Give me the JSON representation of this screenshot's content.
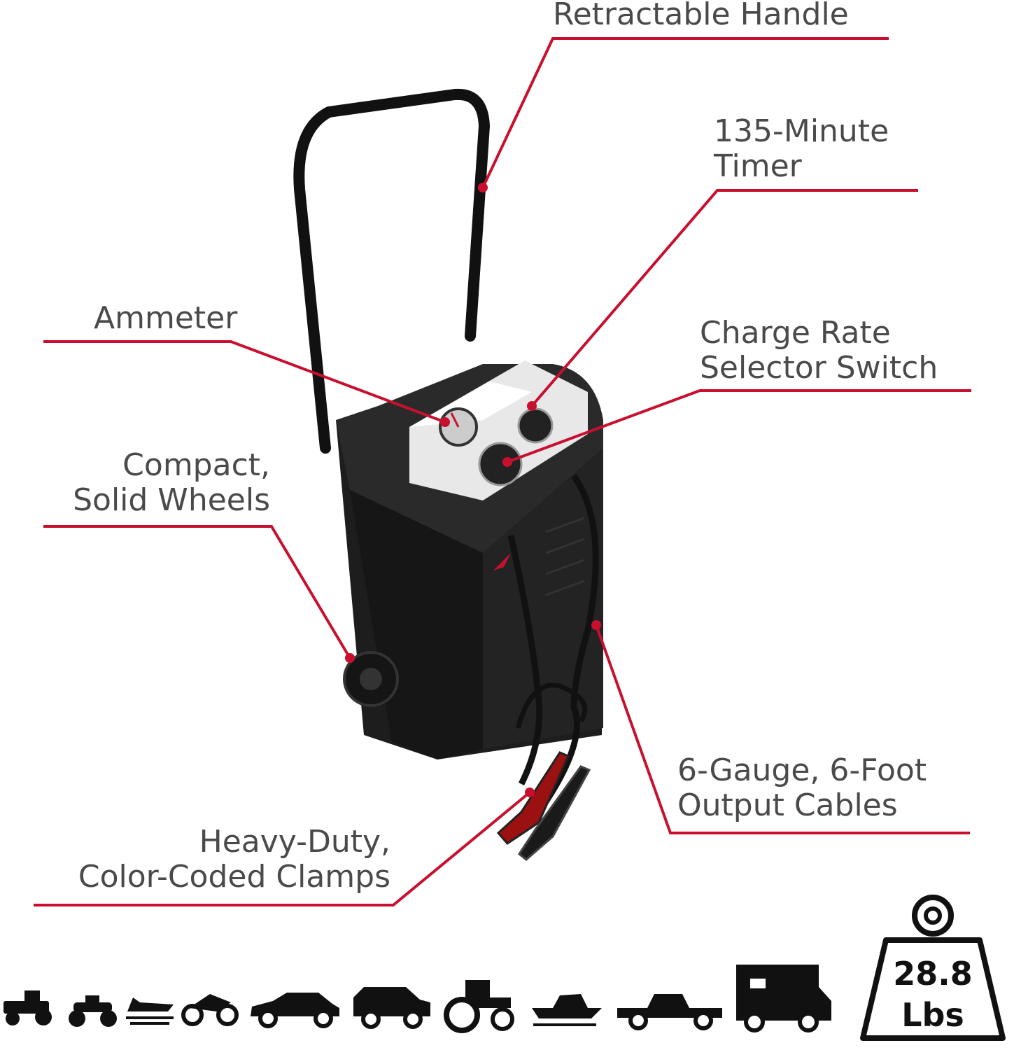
{
  "callouts": {
    "handle": "Retractable Handle",
    "timer_line1": "135-Minute",
    "timer_line2": "Timer",
    "ammeter": "Ammeter",
    "charge_line1": "Charge Rate",
    "charge_line2": "Selector Switch",
    "wheels_line1": "Compact,",
    "wheels_line2": "Solid Wheels",
    "cables_line1": "6-Gauge, 6-Foot",
    "cables_line2": "Output Cables",
    "clamps_line1": "Heavy-Duty,",
    "clamps_line2": "Color-Coded Clamps"
  },
  "weight": {
    "value": "28.8",
    "unit": "Lbs"
  },
  "vehicle_icons": [
    "lawn-mower-icon",
    "atv-icon",
    "jet-ski-icon",
    "motorcycle-icon",
    "sedan-icon",
    "suv-icon",
    "tractor-icon",
    "boat-icon",
    "pickup-truck-icon",
    "rv-icon"
  ],
  "colors": {
    "accent": "#c8102e",
    "text": "#4a4a4a",
    "body": "#1c1c1c"
  }
}
